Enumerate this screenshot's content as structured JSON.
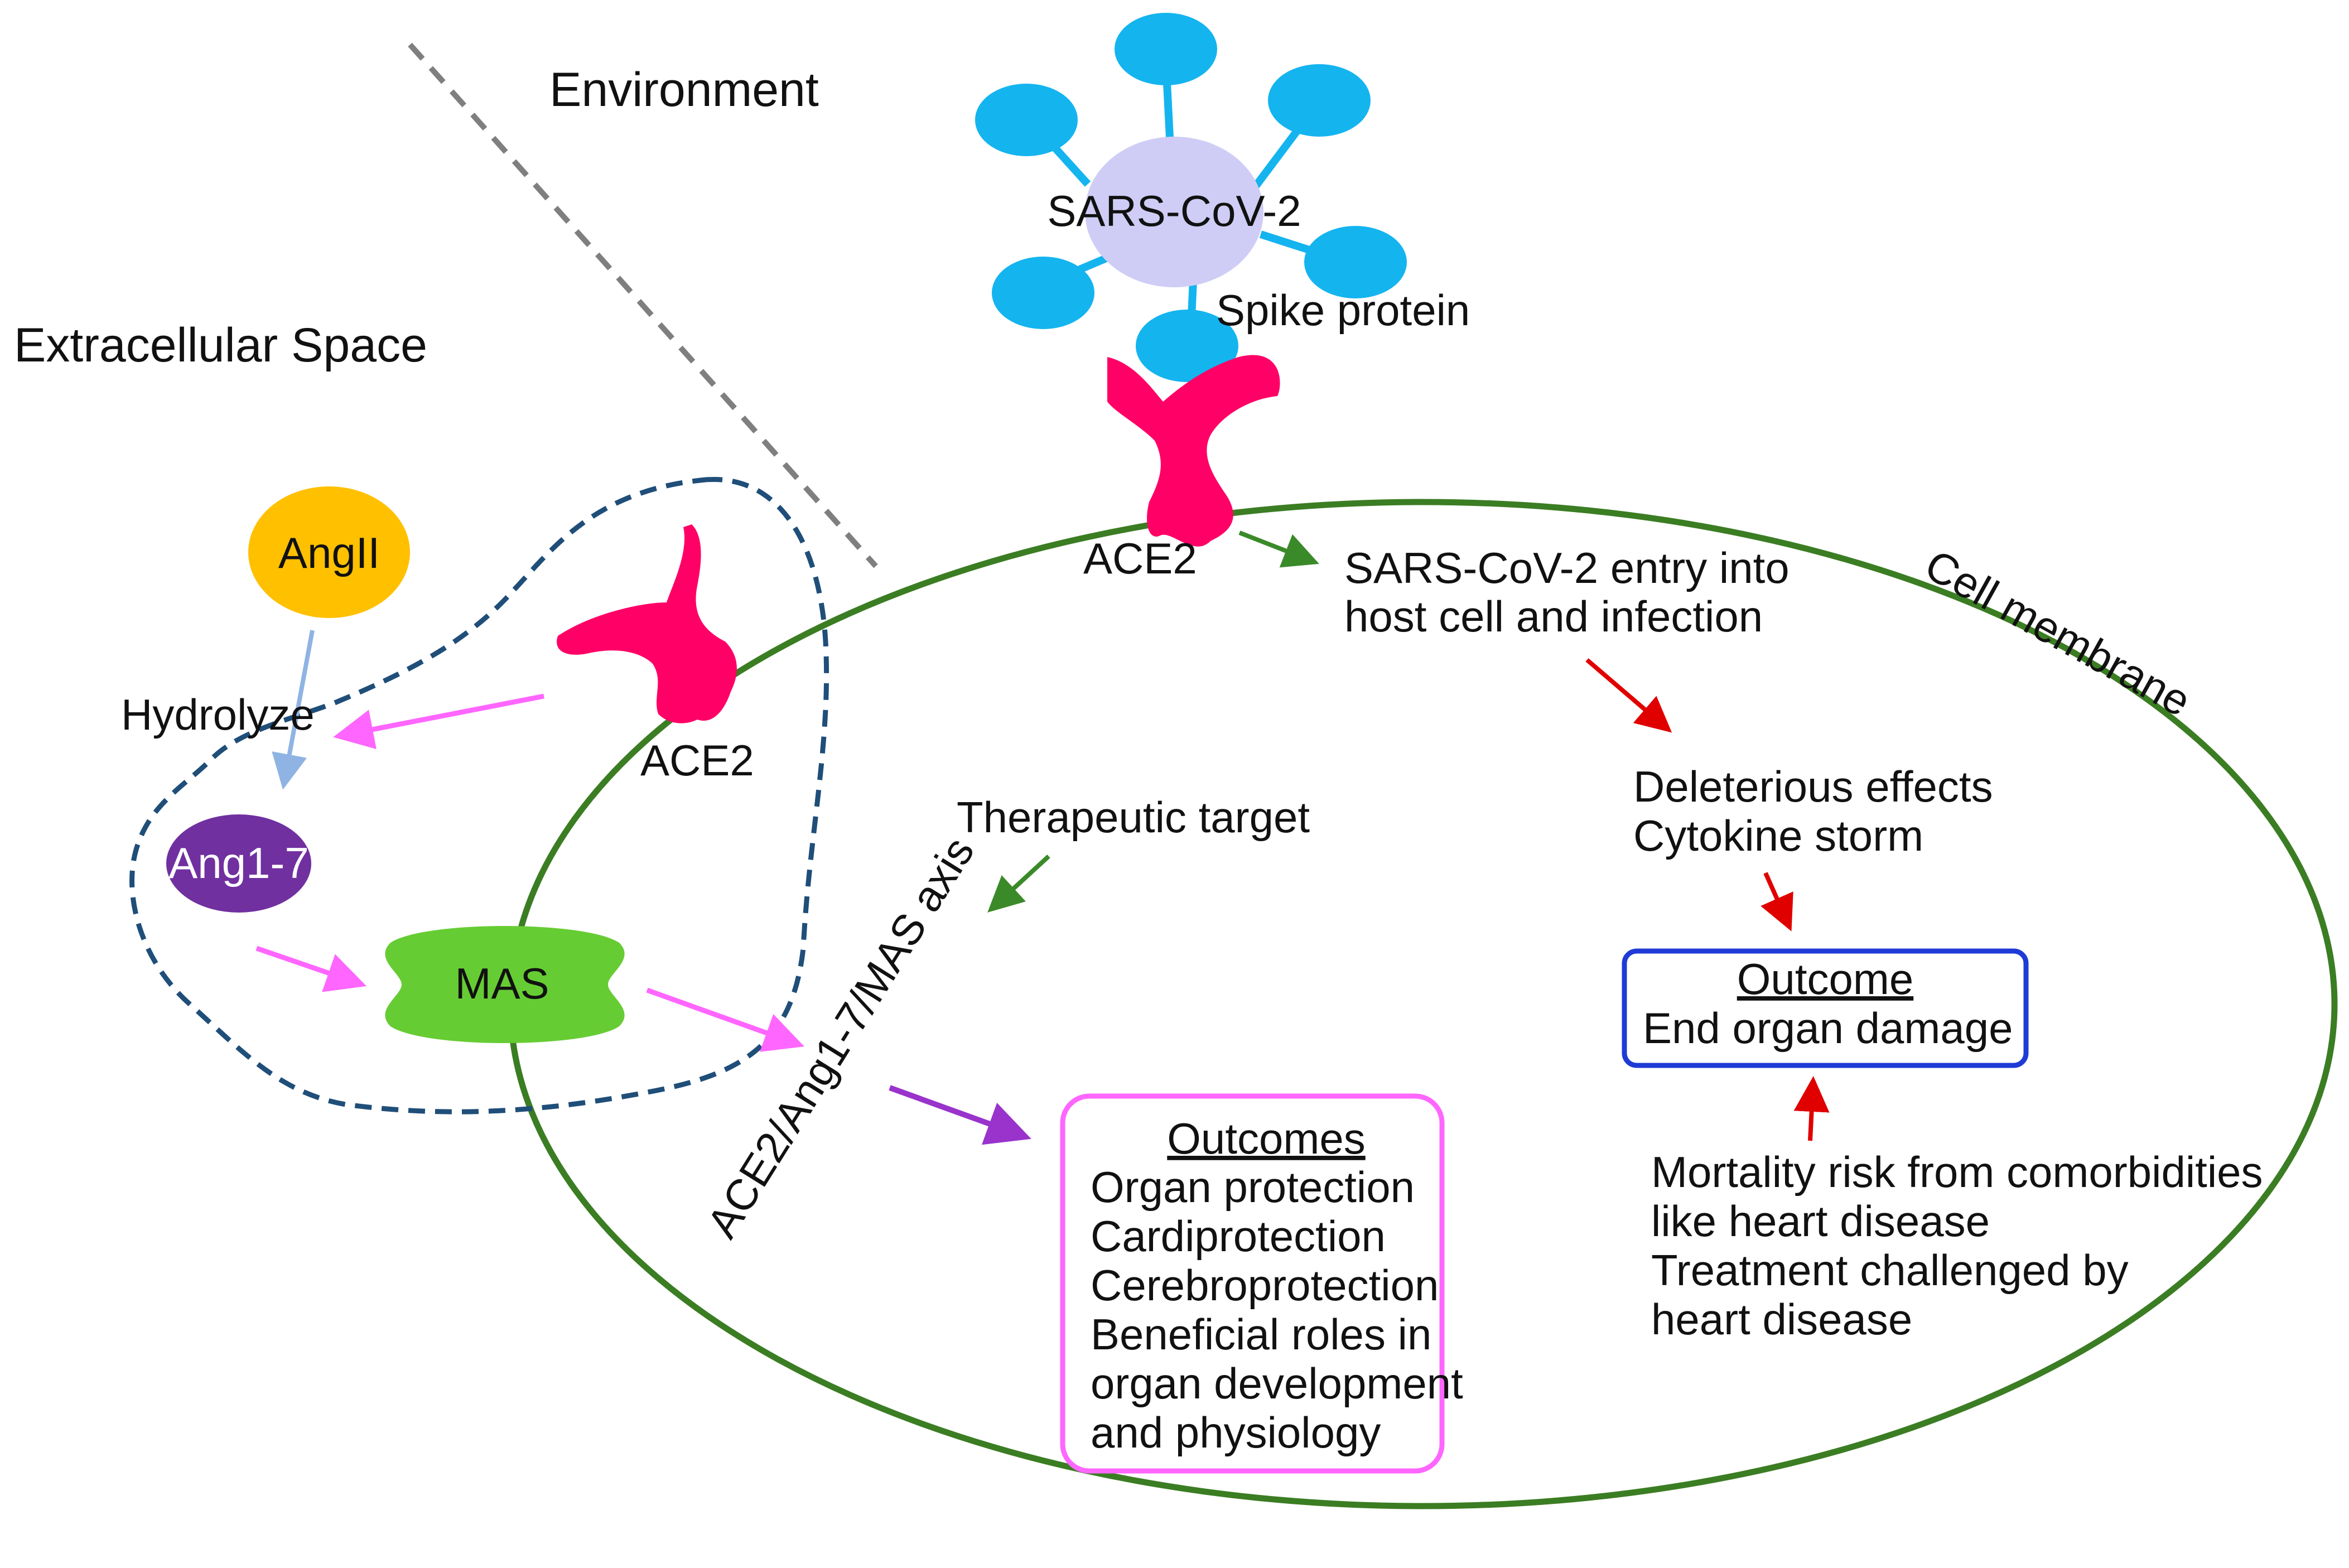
{
  "regions": {
    "environment": "Environment",
    "extracellular": "Extracellular Space",
    "cell_membrane": "Cell membrane"
  },
  "virus": {
    "name": "SARS-CoV-2",
    "spike_label": "Spike protein"
  },
  "receptors": {
    "ace2_top": "ACE2",
    "ace2_left": "ACE2"
  },
  "molecules": {
    "angii": "AngII",
    "ang17": "Ang1-7",
    "mas": "MAS",
    "hydrolyze": "Hydrolyze"
  },
  "entry": {
    "line1": "SARS-CoV-2 entry into",
    "line2": "host cell and infection"
  },
  "deleterious": {
    "line1": "Deleterious effects",
    "line2": "Cytokine storm"
  },
  "outcome_box": {
    "title": "Outcome",
    "text": "End organ damage"
  },
  "mortality": {
    "lines": [
      "Mortality risk from comorbidities",
      "like heart disease",
      "Treatment challenged by",
      "heart disease"
    ]
  },
  "therapeutic": "Therapeutic target",
  "axis": "ACE2/Ang1-7/MAS axis",
  "outcomes_box": {
    "title": "Outcomes",
    "lines": [
      "Organ protection",
      "Cardiprotection",
      "Cerebroprotection",
      "Beneficial roles in",
      "organ development",
      "and physiology"
    ]
  },
  "colors": {
    "membrane": "#3b7d23",
    "ace2": "#ff0066",
    "virus_core": "#cfcdf5",
    "spike": "#14b4ef",
    "angii": "#ffc000",
    "ang17": "#7030a0",
    "mas": "#66cc33",
    "pink_arrow": "#ff66ff",
    "purple_arrow": "#9933cc",
    "red_arrow": "#e00000",
    "green_arrow": "#3b8a2a",
    "blue_box": "#1f3bd6",
    "pink_box": "#ff66ff",
    "dashed_region": "#1f4e79",
    "hydrolyze_arrow": "#8fb4e3"
  }
}
